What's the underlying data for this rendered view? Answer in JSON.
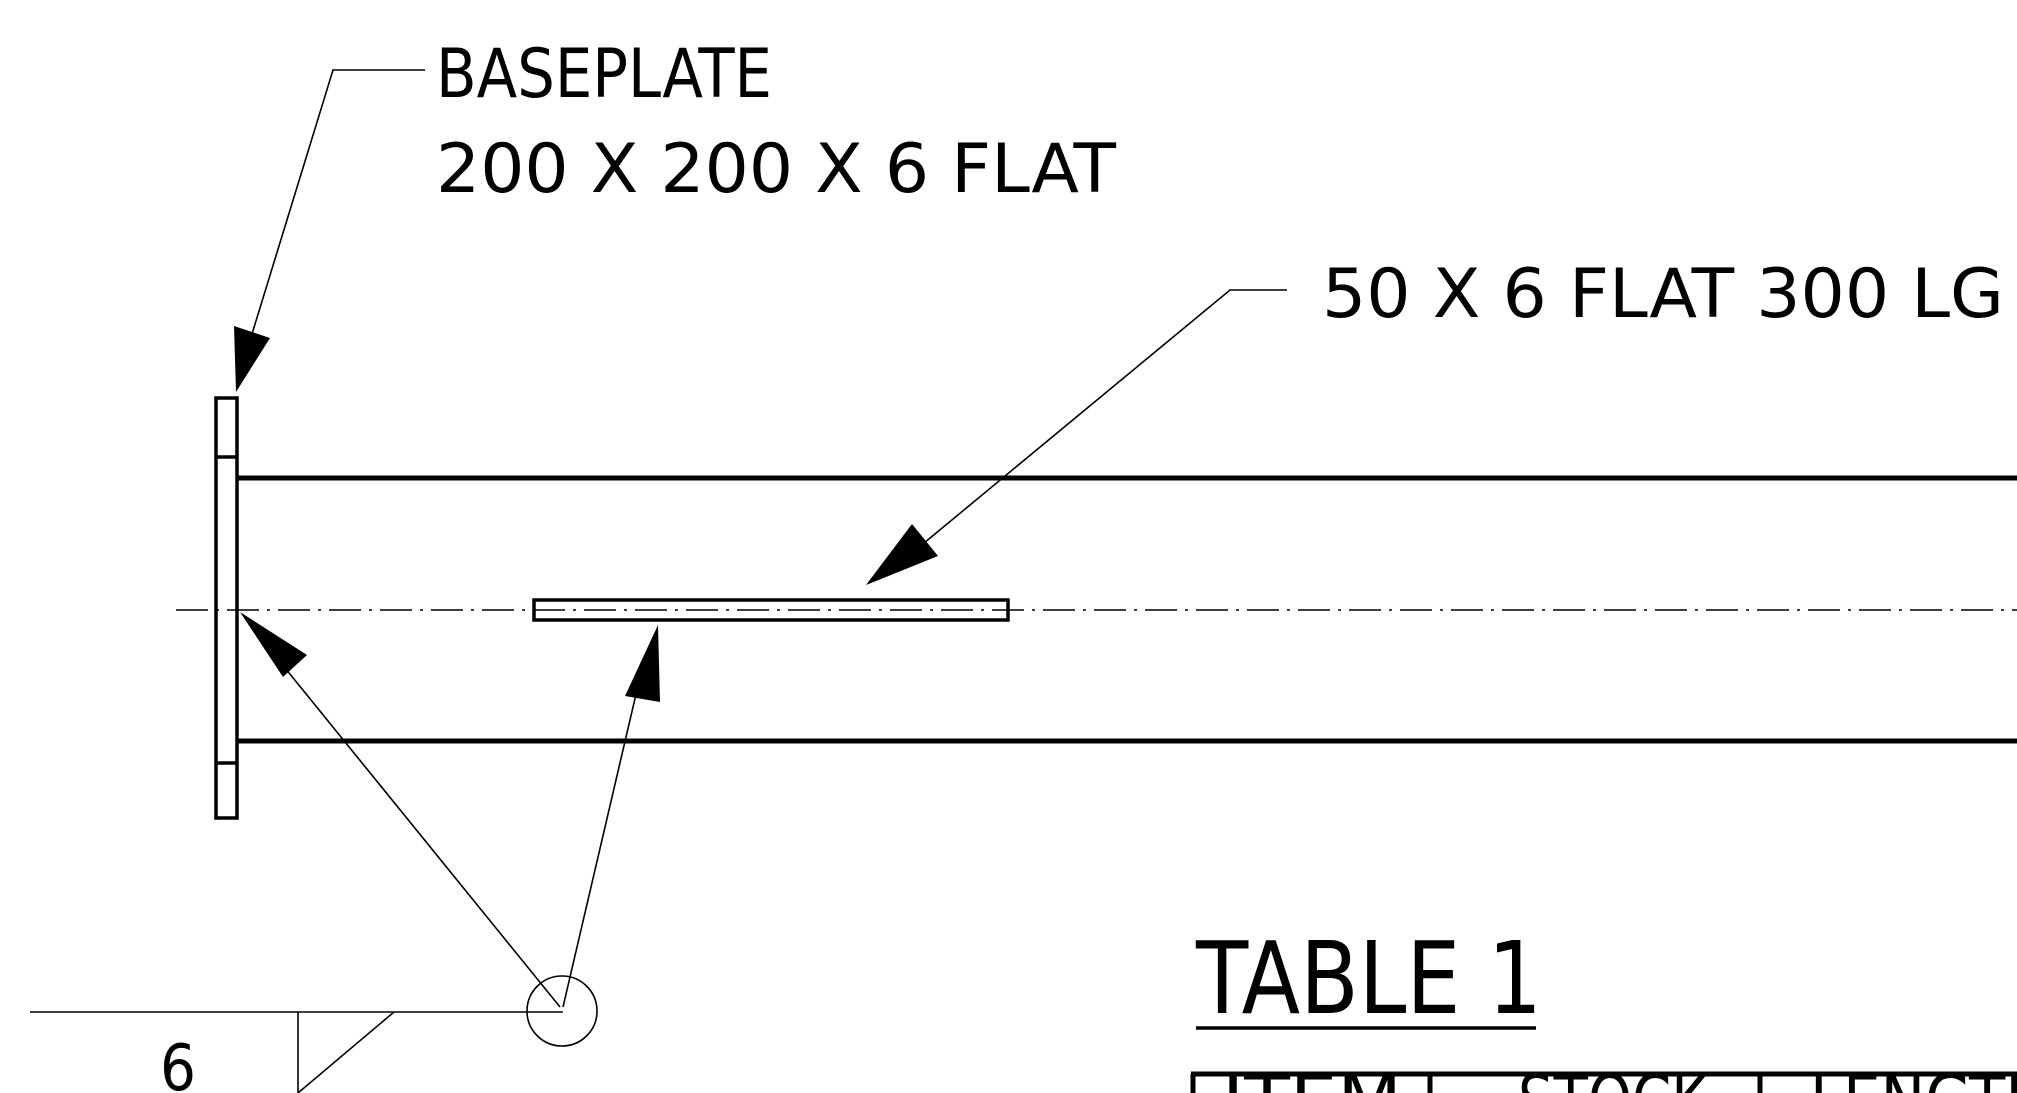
{
  "callouts": {
    "baseplate": {
      "line1": "BASEPLATE",
      "line2": "200 X 200 X 6 FLAT"
    },
    "flat_bar": {
      "label": "50 X 6 FLAT 300 LG"
    }
  },
  "weld_symbol": {
    "size": "6"
  },
  "table": {
    "title": "TABLE 1",
    "headers": [
      "ITEM",
      "STOCK",
      "LENGTH"
    ]
  },
  "colors": {
    "ink": "#000000",
    "paper": "#ffffff"
  }
}
